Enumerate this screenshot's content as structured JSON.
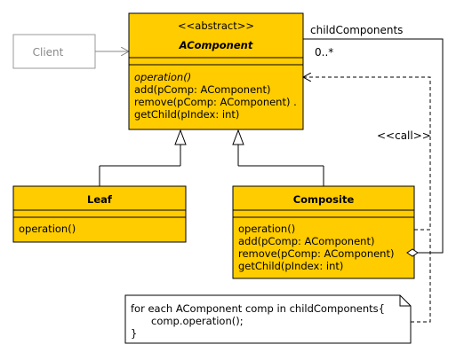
{
  "client": {
    "label": "Client"
  },
  "acomponent": {
    "stereotype": "<<abstract>>",
    "name": "AComponent",
    "operations": [
      "operation()",
      "add(pComp: AComponent)",
      "remove(pComp: AComponent) .",
      "getChild(pIndex: int)"
    ]
  },
  "leaf": {
    "name": "Leaf",
    "operations": [
      "operation()"
    ]
  },
  "composite": {
    "name": "Composite",
    "operations": [
      "operation()",
      "add(pComp: AComponent)",
      "remove(pComp: AComponent)",
      "getChild(pIndex: int)"
    ]
  },
  "association": {
    "role": "childComponents",
    "multiplicity": "0..*"
  },
  "dependency": {
    "label": "<<call>>"
  },
  "note": {
    "lines": [
      "for each AComponent comp in childComponents{",
      "comp.operation();",
      "}"
    ]
  },
  "colors": {
    "class_fill": "#ffcc00",
    "border": "#000000",
    "client_border": "#999999"
  }
}
